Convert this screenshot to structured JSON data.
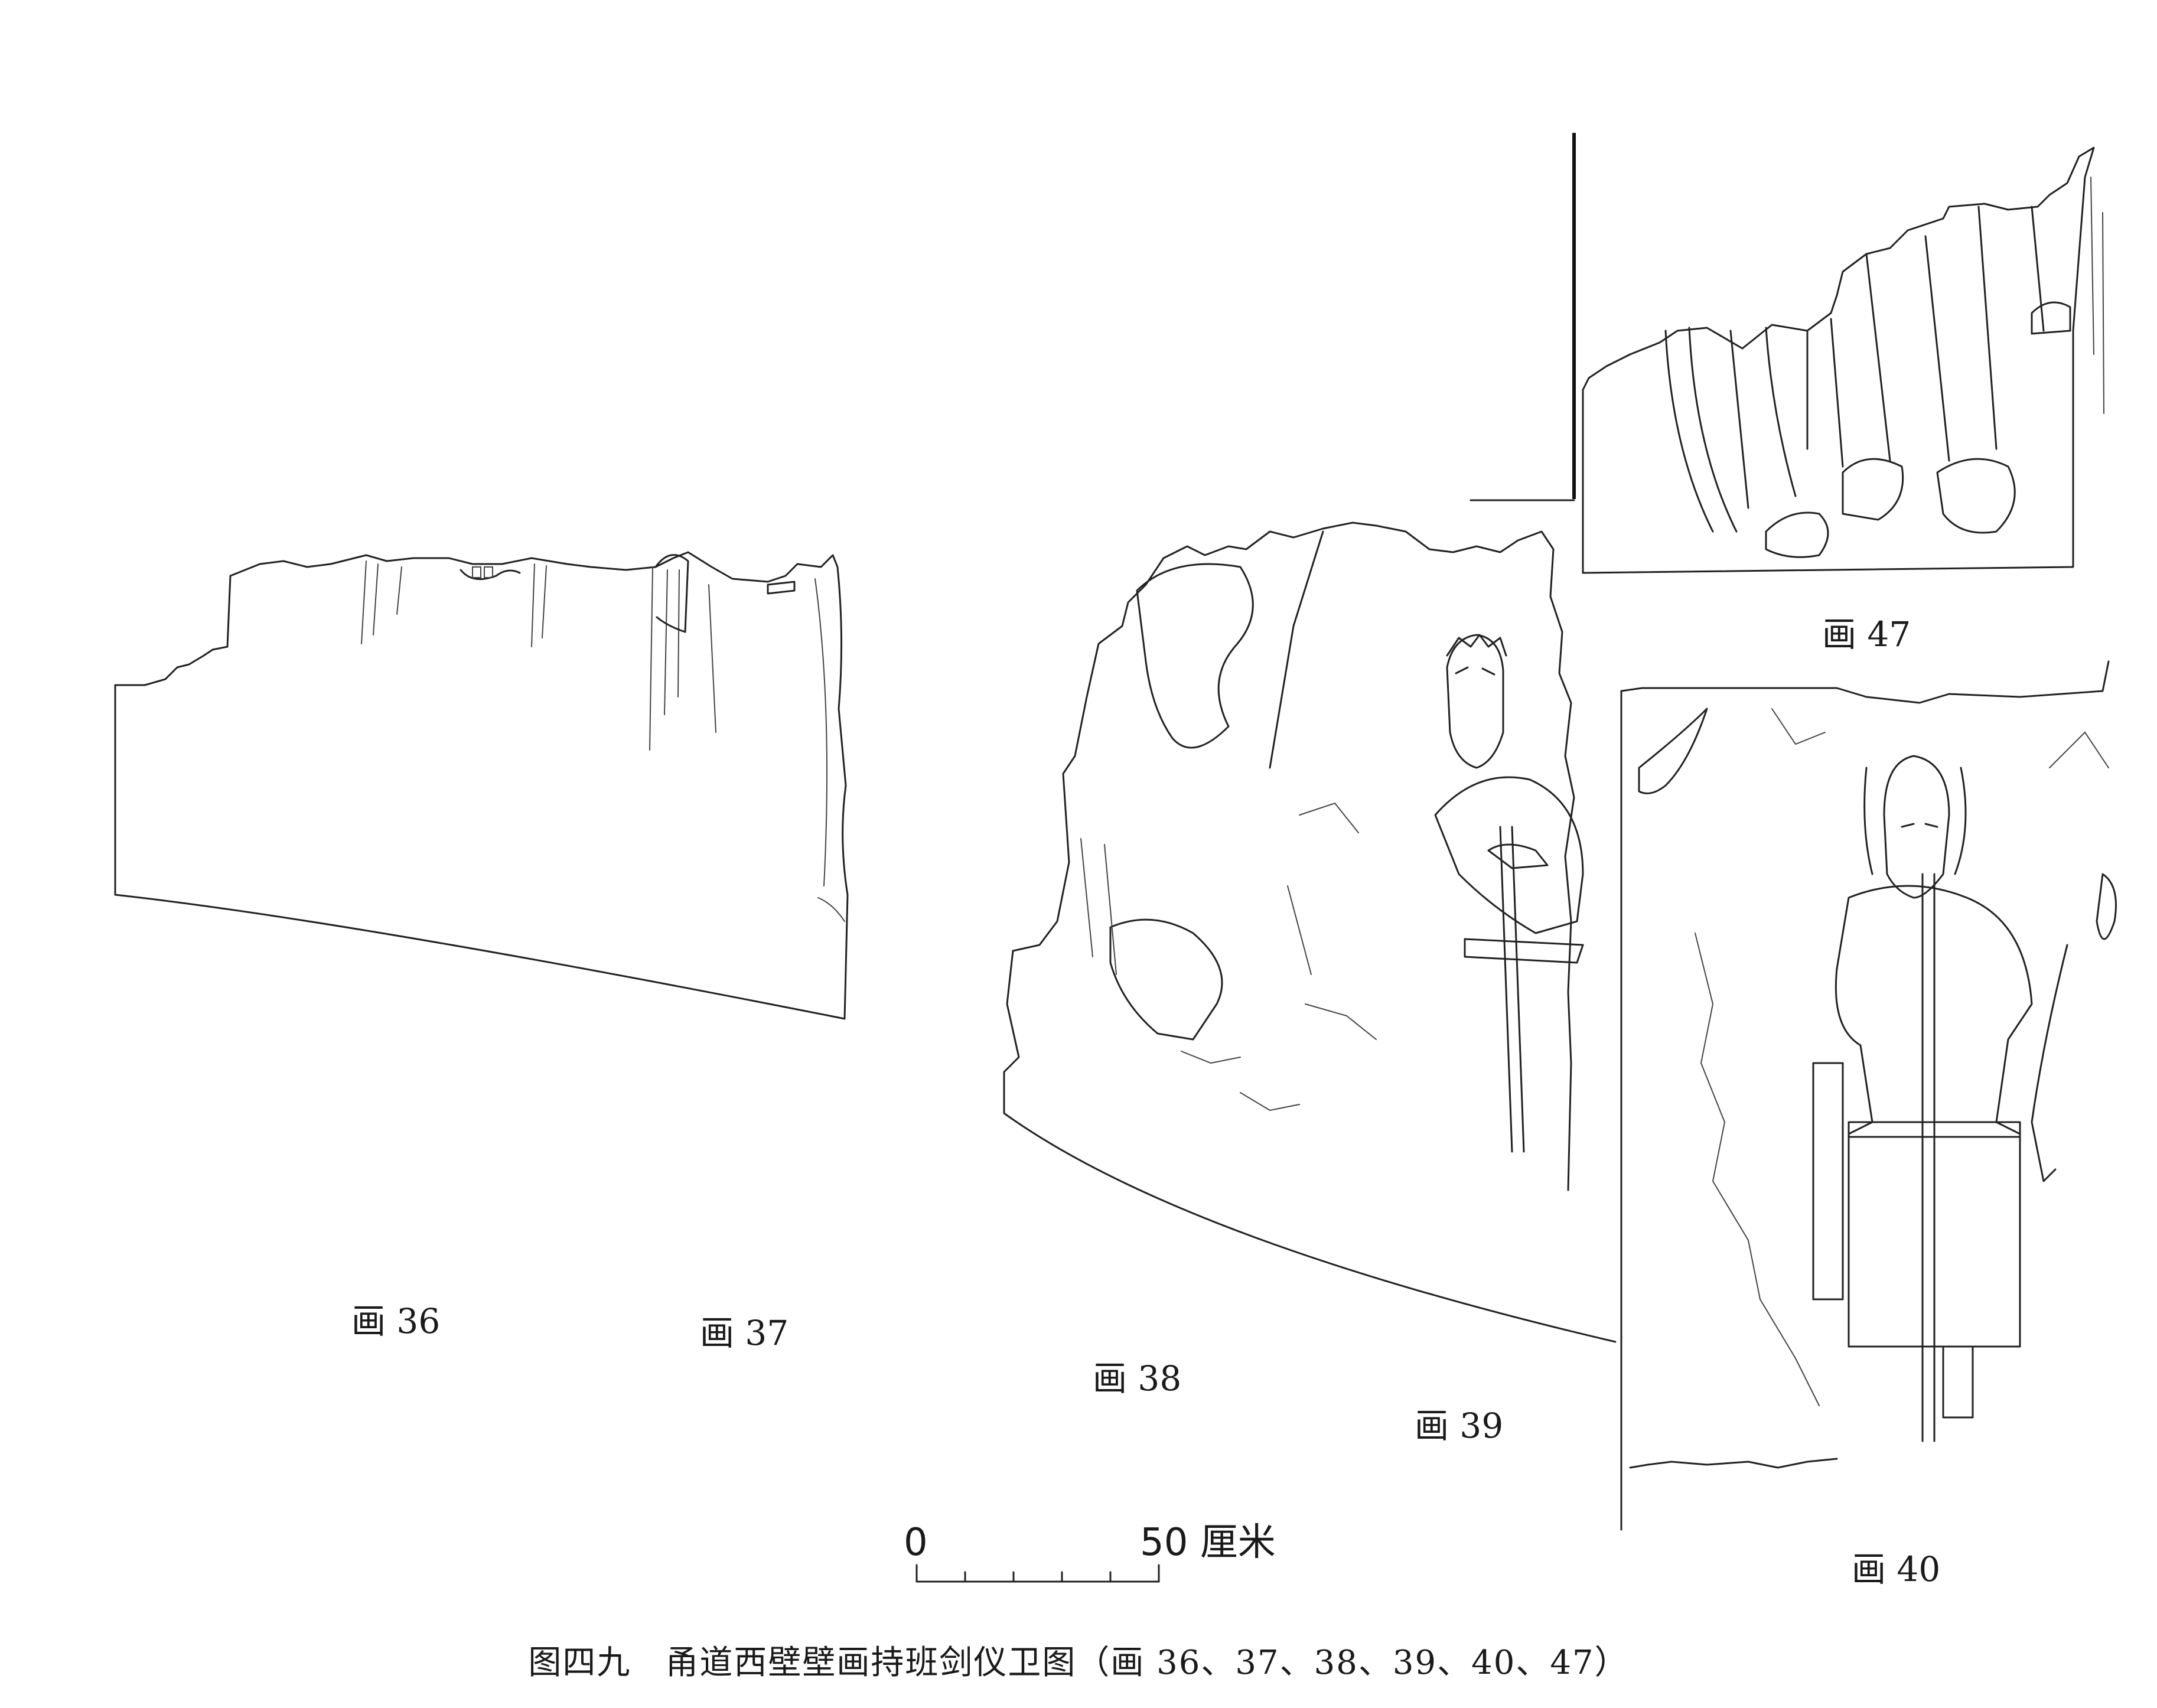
{
  "panels": [
    {
      "id": "p36",
      "label": "画 36"
    },
    {
      "id": "p37",
      "label": "画 37"
    },
    {
      "id": "p38",
      "label": "画 38"
    },
    {
      "id": "p39",
      "label": "画 39"
    },
    {
      "id": "p40",
      "label": "画 40"
    },
    {
      "id": "p47",
      "label": "画 47"
    }
  ],
  "scale_bar": {
    "start": "0",
    "end": "50",
    "unit": "厘米"
  },
  "caption": "图四九　甬道西壁壁画持班剑仪卫图（画 36、37、38、39、40、47）",
  "colors": {
    "ink": "#1a1a1a",
    "background": "#ffffff"
  }
}
